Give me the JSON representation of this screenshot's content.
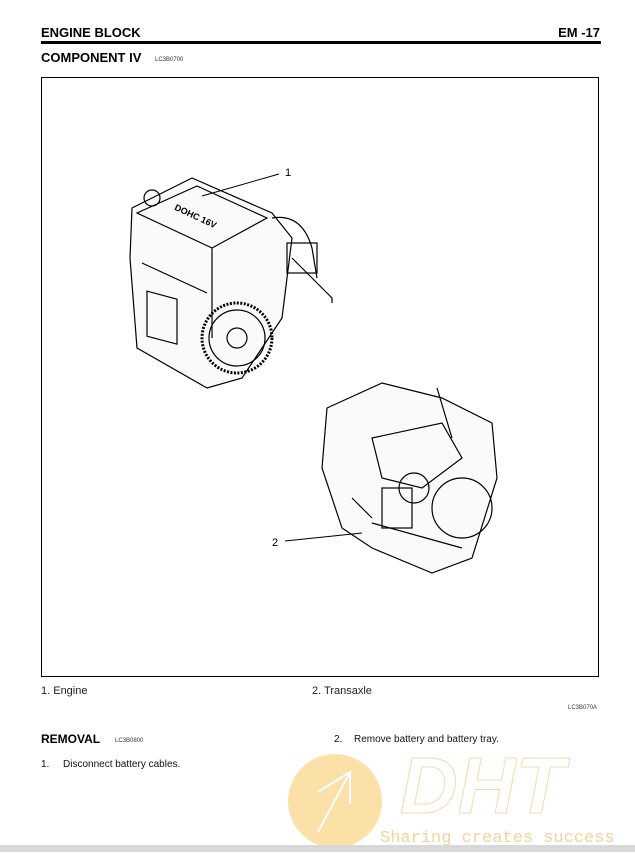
{
  "header": {
    "section": "ENGINE BLOCK",
    "page": "EM -17"
  },
  "component": {
    "title": "COMPONENT IV",
    "code": "LC3B0700"
  },
  "figure": {
    "callouts": [
      "1",
      "2"
    ],
    "code": "LC3B070A",
    "engine_text": "DOHC 16V"
  },
  "captions": [
    "1. Engine",
    "2. Transaxle"
  ],
  "removal": {
    "title": "REMOVAL",
    "code": "LC3B0800",
    "steps": [
      "1.",
      "Disconnect battery cables.",
      "2.",
      "Remove battery and battery tray."
    ]
  },
  "watermark": {
    "logo": "DHT",
    "tagline": "Sharing creates success",
    "accent": "#f7c65a"
  }
}
